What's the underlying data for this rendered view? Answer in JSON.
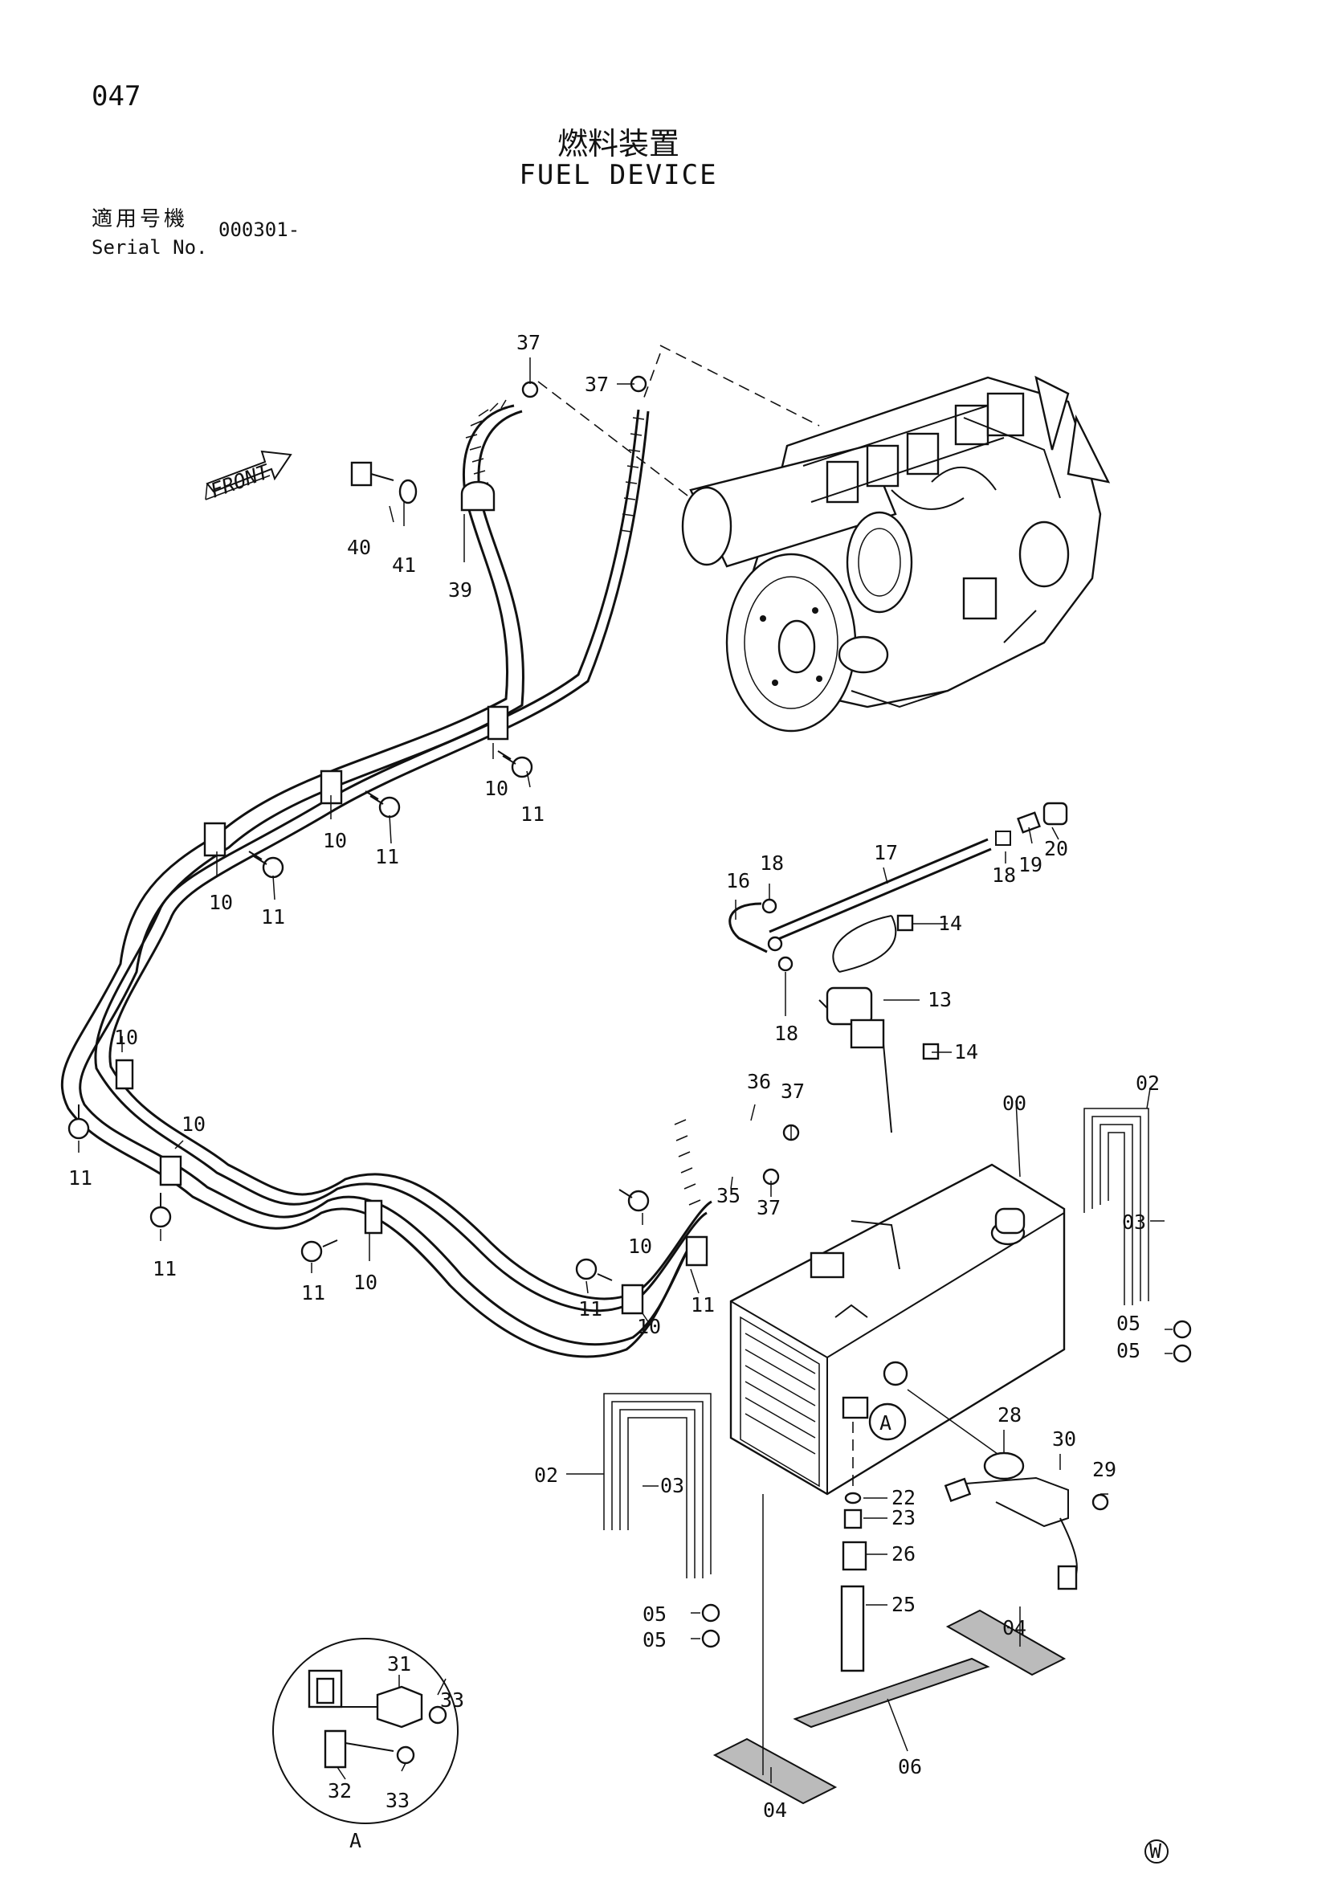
{
  "header": {
    "page_number": "047",
    "title_jp": "燃料装置",
    "title_en": "FUEL DEVICE",
    "serial_label_jp": "適用号機",
    "serial_label_en": "Serial No.",
    "serial_value": "000301-"
  },
  "front_arrow_label": "FRONT",
  "detail_letter": "A",
  "detail_callout": "A",
  "footer_mark": "W",
  "part_labels": [
    "37",
    "37",
    "40",
    "41",
    "39",
    "10",
    "11",
    "10",
    "11",
    "10",
    "11",
    "10",
    "11",
    "10",
    "11",
    "10",
    "11",
    "10",
    "11",
    "11",
    "10",
    "36",
    "37",
    "35",
    "37",
    "16",
    "18",
    "17",
    "18",
    "19",
    "20",
    "14",
    "13",
    "18",
    "14",
    "00",
    "02",
    "03",
    "05",
    "05",
    "02",
    "03",
    "05",
    "05",
    "28",
    "30",
    "29",
    "22",
    "23",
    "26",
    "25",
    "04",
    "06",
    "04",
    "31",
    "33",
    "32",
    "33"
  ]
}
